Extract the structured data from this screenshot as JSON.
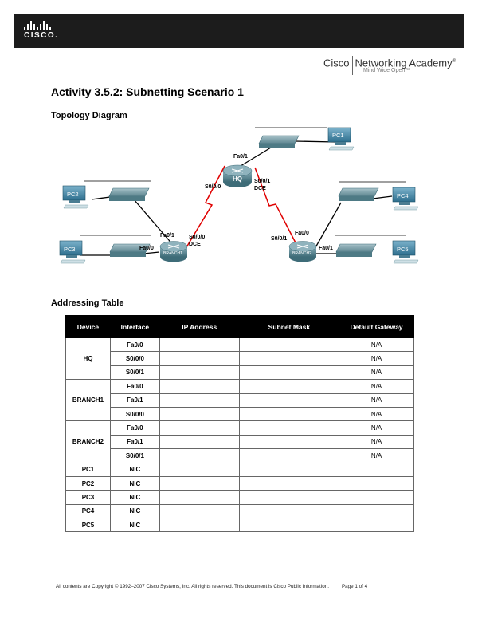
{
  "brand": {
    "logo_text": "CISCO.",
    "academy_name_left": "Cisco",
    "academy_name_right": "Networking Academy",
    "academy_mark": "®",
    "academy_tagline": "Mind Wide Open™"
  },
  "title": "Activity 3.5.2: Subnetting Scenario 1",
  "sections": {
    "topology": "Topology Diagram",
    "addressing": "Addressing Table"
  },
  "topology": {
    "devices": {
      "hq": "HQ",
      "branch1": "BRANCH1",
      "branch2": "BRANCH2",
      "pc1": "PC1",
      "pc2": "PC2",
      "pc3": "PC3",
      "pc4": "PC4",
      "pc5": "PC5"
    },
    "ports": {
      "hq_fa01": "Fa0/1",
      "hq_s000": "S0/0/0",
      "hq_s001": "S0/0/1",
      "hq_dce": "DCE",
      "b1_fa01": "Fa0/1",
      "b1_fa00": "Fa0/0",
      "b1_s000": "S0/0/0",
      "b1_dce": "DCE",
      "b2_s001": "S0/0/1",
      "b2_fa00": "Fa0/0",
      "b2_fa01": "Fa0/1"
    }
  },
  "table": {
    "headers": [
      "Device",
      "Interface",
      "IP Address",
      "Subnet Mask",
      "Default Gateway"
    ],
    "groups": [
      {
        "device": "HQ",
        "rows": [
          {
            "interface": "Fa0/0",
            "ip": "",
            "mask": "",
            "gateway": "N/A"
          },
          {
            "interface": "S0/0/0",
            "ip": "",
            "mask": "",
            "gateway": "N/A"
          },
          {
            "interface": "S0/0/1",
            "ip": "",
            "mask": "",
            "gateway": "N/A"
          }
        ]
      },
      {
        "device": "BRANCH1",
        "rows": [
          {
            "interface": "Fa0/0",
            "ip": "",
            "mask": "",
            "gateway": "N/A"
          },
          {
            "interface": "Fa0/1",
            "ip": "",
            "mask": "",
            "gateway": "N/A"
          },
          {
            "interface": "S0/0/0",
            "ip": "",
            "mask": "",
            "gateway": "N/A"
          }
        ]
      },
      {
        "device": "BRANCH2",
        "rows": [
          {
            "interface": "Fa0/0",
            "ip": "",
            "mask": "",
            "gateway": "N/A"
          },
          {
            "interface": "Fa0/1",
            "ip": "",
            "mask": "",
            "gateway": "N/A"
          },
          {
            "interface": "S0/0/1",
            "ip": "",
            "mask": "",
            "gateway": "N/A"
          }
        ]
      },
      {
        "device": "PC1",
        "rows": [
          {
            "interface": "NIC",
            "ip": "",
            "mask": "",
            "gateway": ""
          }
        ]
      },
      {
        "device": "PC2",
        "rows": [
          {
            "interface": "NIC",
            "ip": "",
            "mask": "",
            "gateway": ""
          }
        ]
      },
      {
        "device": "PC3",
        "rows": [
          {
            "interface": "NIC",
            "ip": "",
            "mask": "",
            "gateway": ""
          }
        ]
      },
      {
        "device": "PC4",
        "rows": [
          {
            "interface": "NIC",
            "ip": "",
            "mask": "",
            "gateway": ""
          }
        ]
      },
      {
        "device": "PC5",
        "rows": [
          {
            "interface": "NIC",
            "ip": "",
            "mask": "",
            "gateway": ""
          }
        ]
      }
    ]
  },
  "footer": {
    "copyright": "All contents are Copyright © 1992–2007 Cisco Systems, Inc. All rights reserved. This document is Cisco Public Information.",
    "page": "Page 1 of 4"
  },
  "colors": {
    "header_bar": "#1c1c1c",
    "router": "#5b8a96",
    "switch": "#7a9fa8",
    "pc": "#4a8aa8",
    "serial_link": "#e00000"
  }
}
